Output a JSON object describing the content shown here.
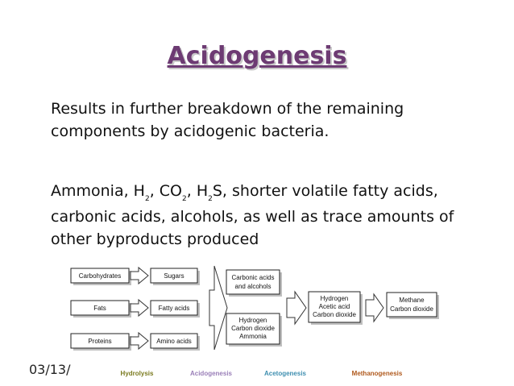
{
  "slide": {
    "title": "Acidogenesis",
    "bullet1": "Results in further breakdown of the remaining components by acidogenic bacteria.",
    "bullet2": {
      "p1": "Ammonia, H",
      "s1": "2",
      "p2": ", CO",
      "s2": "2",
      "p3": ", H",
      "s3": "2",
      "p4": "S, shorter volatile fatty acids, carbonic acids, alcohols, as well as trace amounts of other byproducts produced"
    },
    "date": "03/13/"
  },
  "diagram": {
    "inputs": [
      "Carbohydrates",
      "Fats",
      "Proteins"
    ],
    "monomers": [
      "Sugars",
      "Fatty acids",
      "Amino acids"
    ],
    "intermediate1": [
      "Carbonic acids",
      "and alcohols"
    ],
    "intermediate2": [
      "Hydrogen",
      "Carbon dioxide",
      "Ammonia"
    ],
    "acetogenic": [
      "Hydrogen",
      "Acetic acid",
      "Carbon dioxide"
    ],
    "methanogenic": [
      "Methane",
      "Carbon dioxide"
    ],
    "stages": [
      {
        "label": "Hydrolysis",
        "color": "#7a7a1e"
      },
      {
        "label": "Acidogenesis",
        "color": "#9a7fb8"
      },
      {
        "label": "Acetogenesis",
        "color": "#3f8fb0"
      },
      {
        "label": "Methanogenesis",
        "color": "#b05a1e"
      }
    ]
  }
}
